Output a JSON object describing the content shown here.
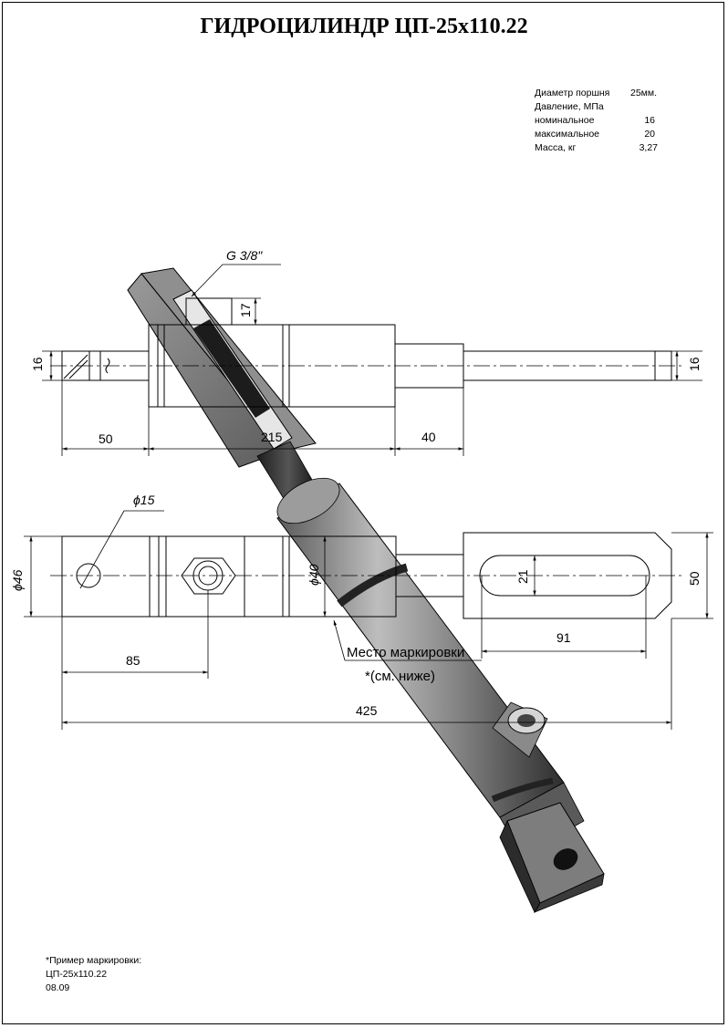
{
  "title": "ГИДРОЦИЛИНДР ЦП-25х110.22",
  "specs": [
    {
      "label": "Диаметр поршня",
      "value": "25мм."
    },
    {
      "label": "Давление, МПа",
      "value": ""
    },
    {
      "label": "номинальное",
      "value": "16"
    },
    {
      "label": "максимальное",
      "value": "20"
    },
    {
      "label": "Масса, кг",
      "value": "3,27"
    }
  ],
  "dimensions": {
    "thread": "G 3/8\"",
    "d16_left": "16",
    "d16_right": "16",
    "d17": "17",
    "d50_left": "50",
    "d215": "215",
    "d40": "40",
    "phi15": "ϕ15",
    "phi46": "ϕ46",
    "phi40": "ϕ40",
    "d21": "21",
    "d50_right": "50",
    "d91": "91",
    "d85": "85",
    "d425": "425"
  },
  "marking": {
    "place": "Место маркировки",
    "see_below": "*(см. ниже)"
  },
  "footer": {
    "line1": "*Пример маркировки:",
    "line2": "ЦП-25х110.22",
    "line3": "08.09"
  },
  "colors": {
    "line": "#000000",
    "body_dark": "#3a3a3a",
    "body_mid": "#7a7a7a",
    "body_light": "#c8c8c8"
  }
}
